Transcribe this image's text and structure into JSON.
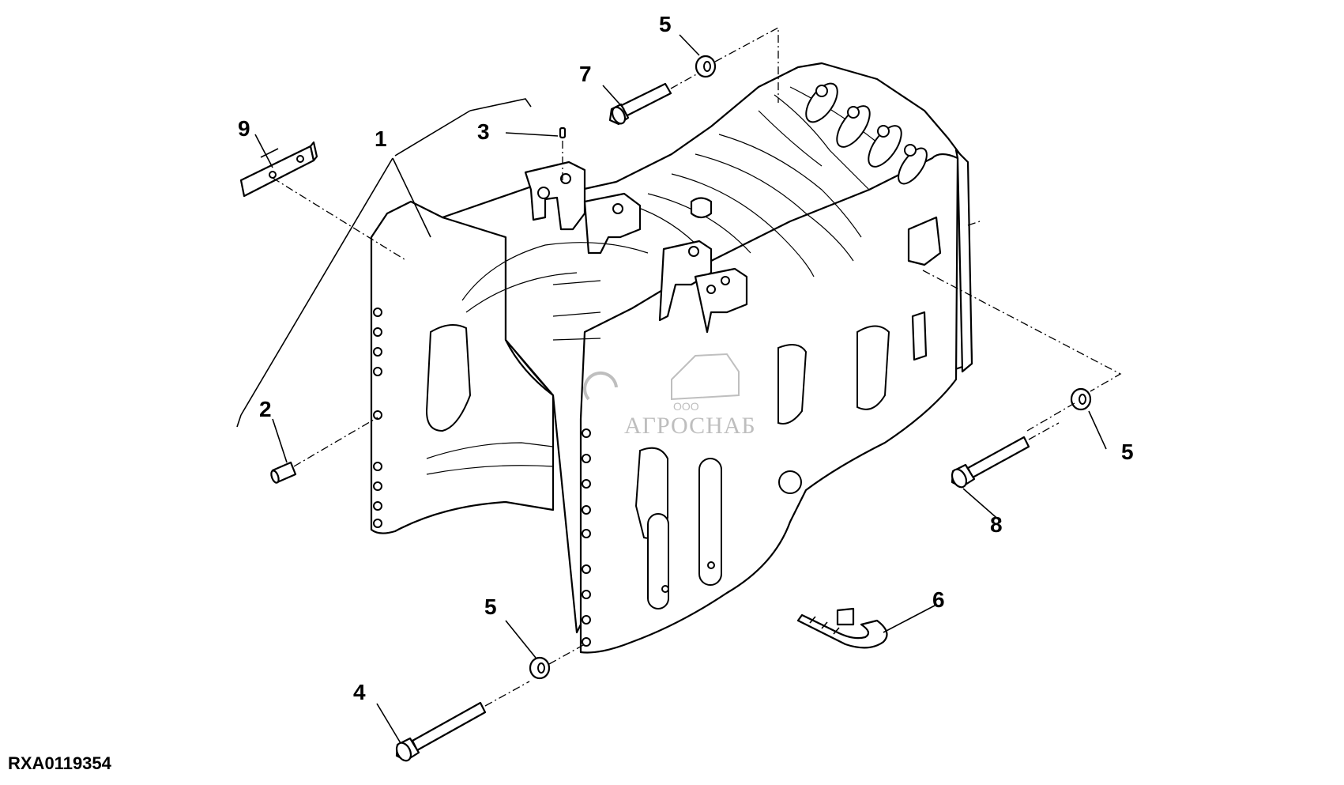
{
  "figure_code": "RXA0119354",
  "callouts": {
    "c1": "1",
    "c2": "2",
    "c3": "3",
    "c4": "4",
    "c5a": "5",
    "c5b": "5",
    "c5c": "5",
    "c6": "6",
    "c7": "7",
    "c8": "8",
    "c9": "9"
  },
  "watermark": {
    "prefix": "ООО",
    "name": "АГРОСНАБ"
  }
}
